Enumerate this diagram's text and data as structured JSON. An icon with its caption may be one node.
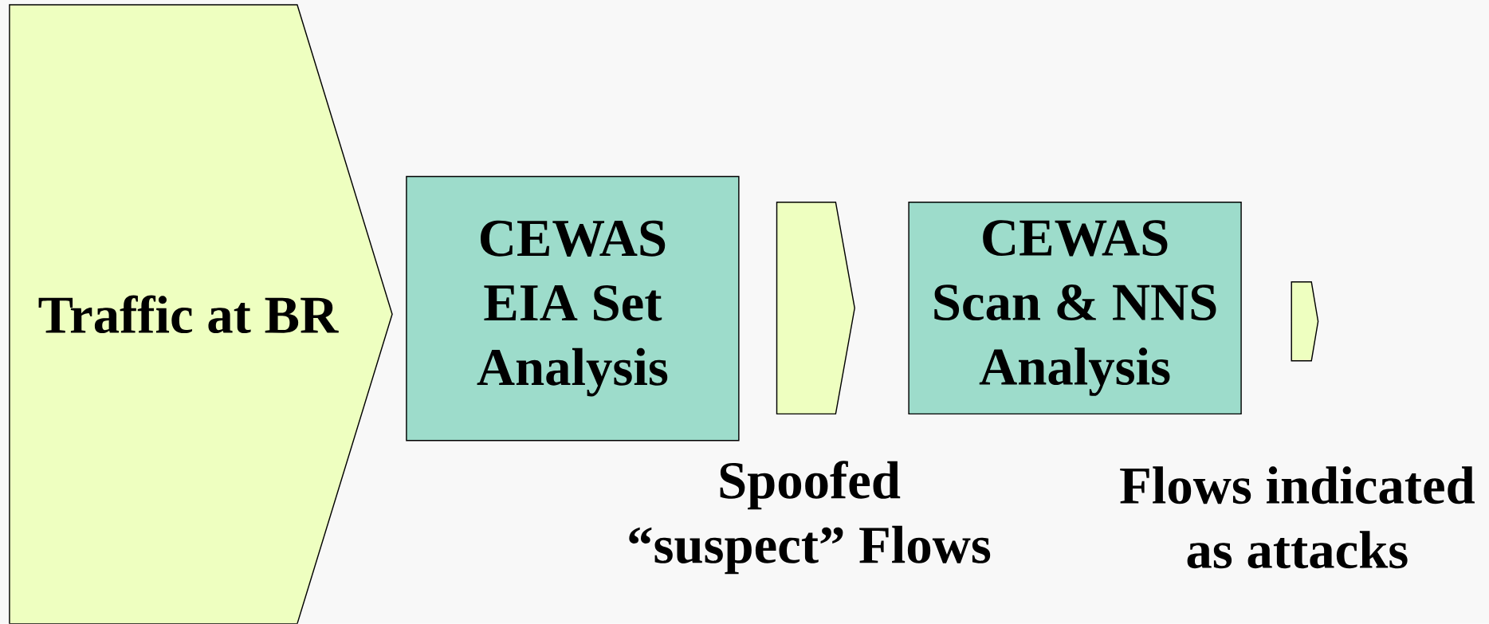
{
  "diagram": {
    "nodes": [
      {
        "text": [
          "Traffic at BR"
        ]
      },
      {
        "text": [
          "CEWAS EIA Set Analysis"
        ]
      },
      {
        "text": [],
        "shape": "pentagon"
      },
      {
        "text": [
          "CEWAS Scan & NNS Analysis"
        ]
      },
      {
        "text": [],
        "shape": "pentagon"
      }
    ],
    "labels": [
      "Spoofed “suspect” Flows",
      "Flows indicated as attacks"
    ]
  }
}
